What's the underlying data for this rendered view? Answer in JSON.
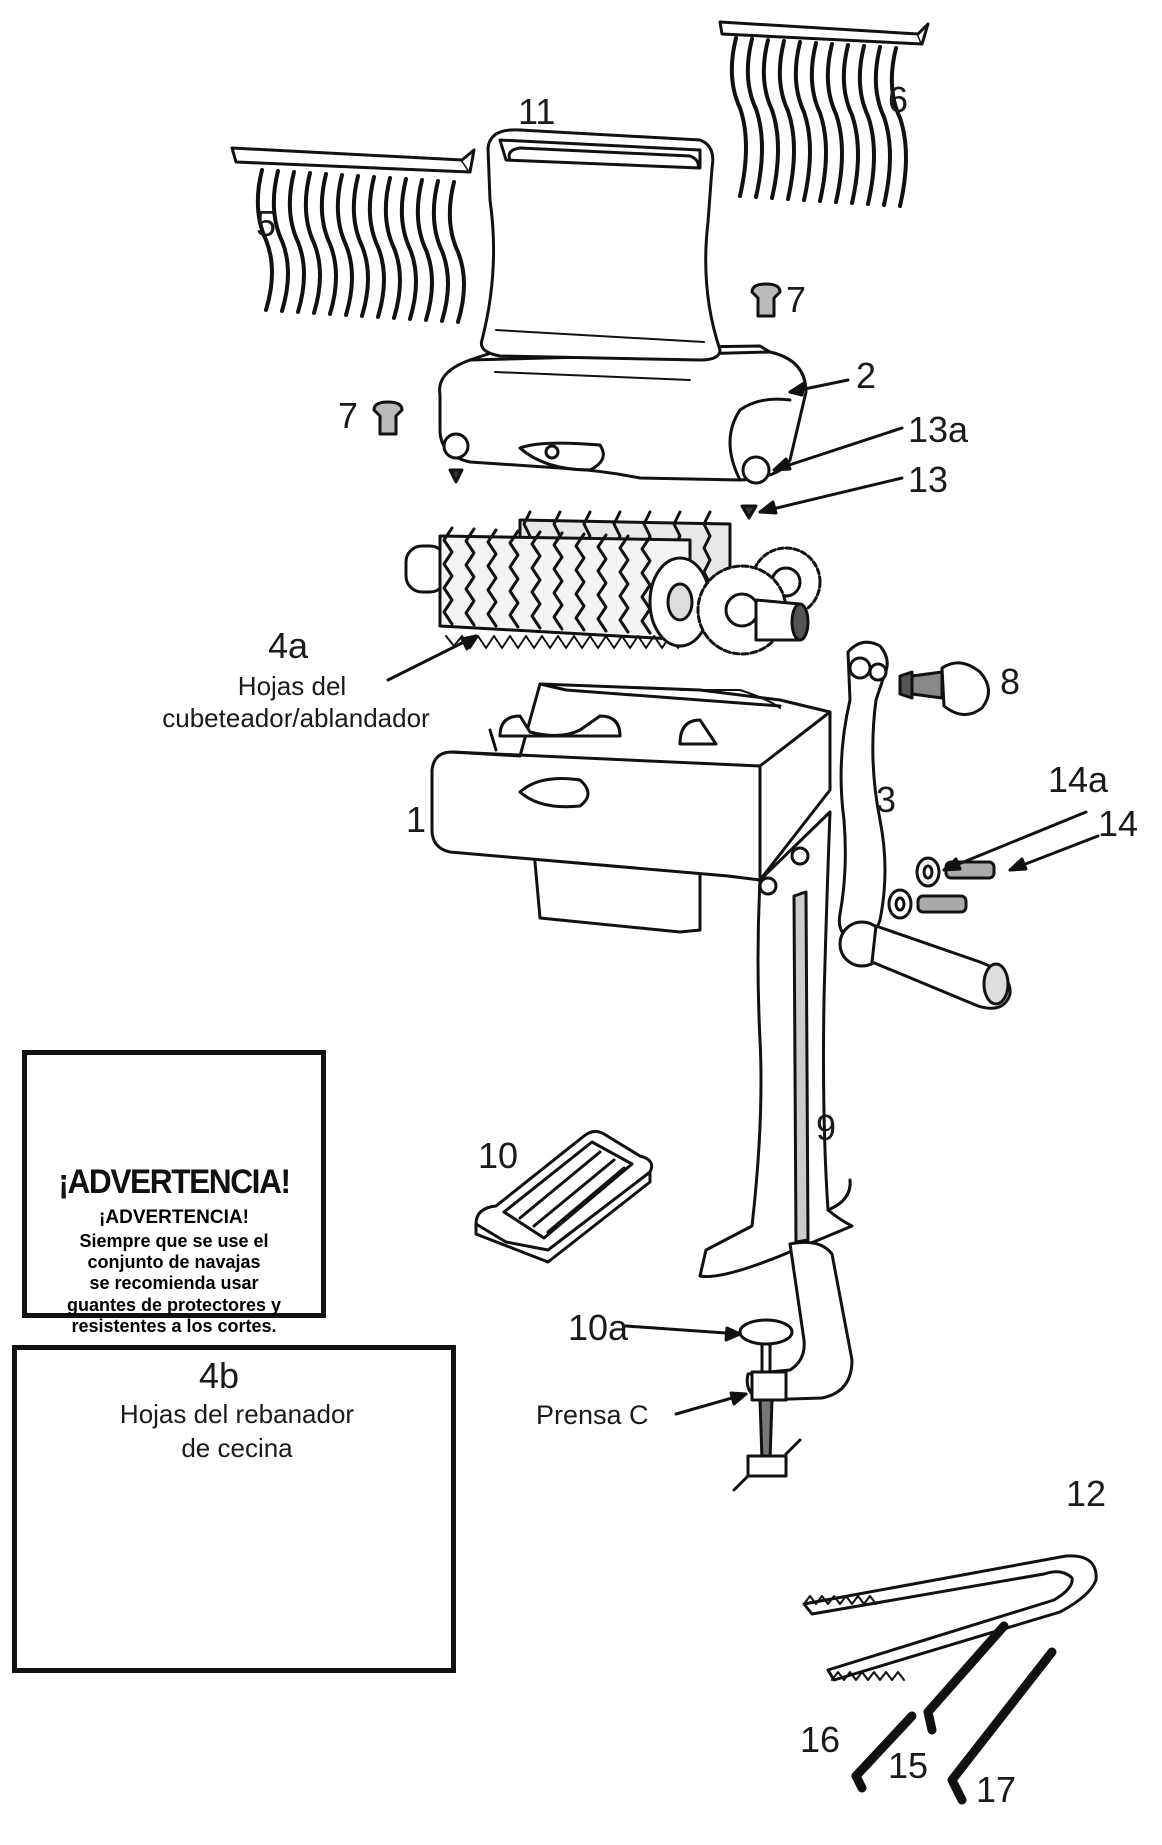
{
  "labels": {
    "part_1": "1",
    "part_2": "2",
    "part_3": "3",
    "part_4a": "4a",
    "part_4a_caption_1": "Hojas del",
    "part_4a_caption_2": "cubeteador/ablandador",
    "part_5": "5",
    "part_6": "6",
    "part_7_left": "7",
    "part_7_right": "7",
    "part_8": "8",
    "part_9": "9",
    "part_10": "10",
    "part_10a": "10a",
    "part_11": "11",
    "part_12": "12",
    "part_13": "13",
    "part_13a": "13a",
    "part_14": "14",
    "part_14a": "14a",
    "part_15": "15",
    "part_16": "16",
    "part_17": "17",
    "c_clamp": "Prensa C"
  },
  "warning": {
    "title": "¡ADVERTENCIA!",
    "subtitle": "¡ADVERTENCIA!",
    "line_1": "Siempre que se use el",
    "line_2": "conjunto de navajas",
    "line_3": "se recomienda usar",
    "line_4": "guantes de protectores y",
    "line_5": "resistentes a los cortes."
  },
  "inset": {
    "number": "4b",
    "caption_1": "Hojas del rebanador",
    "caption_2": "de cecina"
  },
  "icons": {
    "warning": "warning-triangle-icon"
  }
}
